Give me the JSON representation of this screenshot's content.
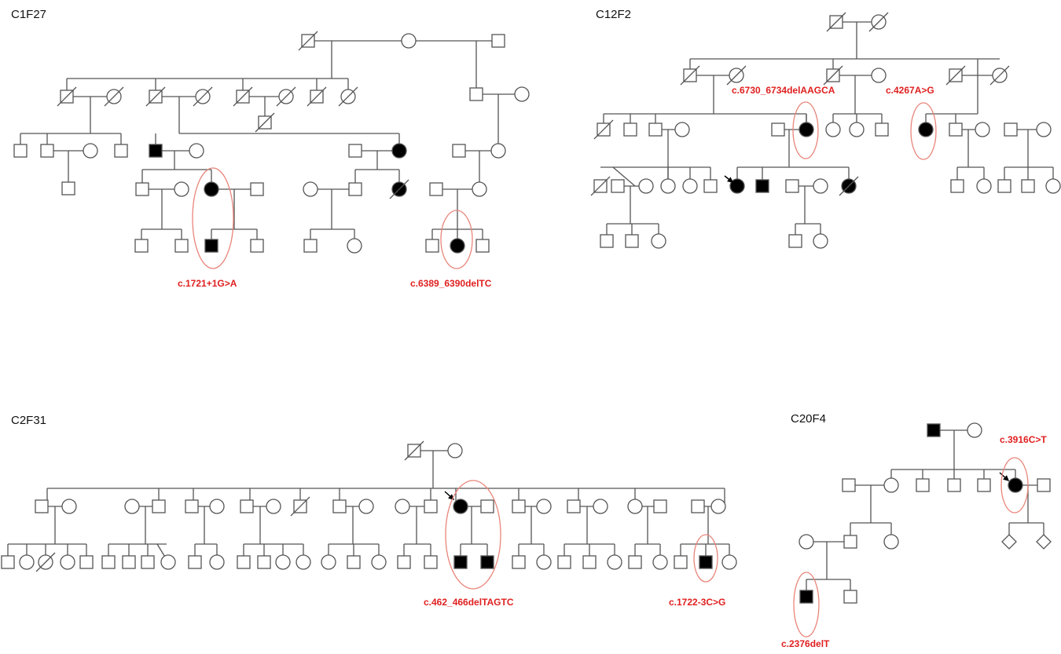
{
  "families": [
    {
      "id": "C1F27",
      "mutations": [
        "c.1721+1G>A",
        "c.6389_6390delTC"
      ]
    },
    {
      "id": "C12F2",
      "mutations": [
        "c.6730_6734delAAGCA",
        "c.4267A>G"
      ]
    },
    {
      "id": "C2F31",
      "mutations": [
        "c.462_466delTAGTC",
        "c.1722-3C>G"
      ]
    },
    {
      "id": "C20F4",
      "mutations": [
        "c.3916C>T",
        "c.2376delT"
      ]
    }
  ],
  "colors": {
    "line": "#555555",
    "affected": "#000000",
    "highlight": "#e8857a",
    "mutation_text": "#e02020"
  }
}
